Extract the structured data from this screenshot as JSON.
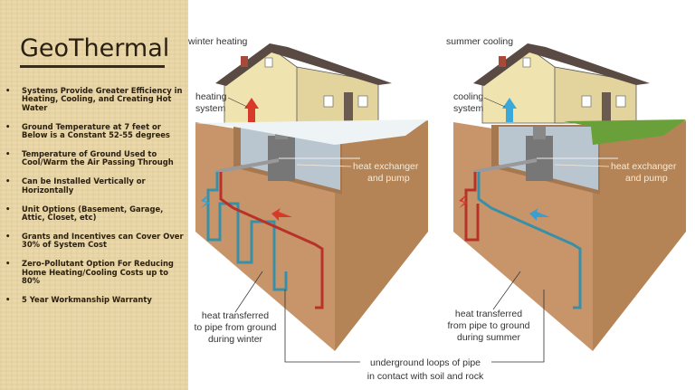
{
  "sidebar": {
    "title": "GeoThermal",
    "bullets": [
      "Systems Provide Greater Efficiency in Heating, Cooling, and Creating Hot Water",
      "Ground Temperature at 7 feet or Below is a Constant 52-55 degrees",
      "Temperature of Ground Used to Cool/Warm the Air Passing Through",
      "Can be Installed Vertically or Horizontally",
      "Unit Options (Basement, Garage, Attic, Closet, etc)",
      "Grants and Incentives can Cover Over 30% of System Cost",
      "Zero-Pollutant Option For Reducing Home Heating/Cooling Costs up to 80%",
      "5 Year Workmanship Warranty"
    ]
  },
  "diagram": {
    "winter": {
      "title": "winter heating",
      "system_label": [
        "heating",
        "system"
      ],
      "exchanger_label": [
        "heat exchanger",
        "and pump"
      ],
      "transfer_label": [
        "heat transferred",
        "to pipe from ground",
        "during winter"
      ]
    },
    "summer": {
      "title": "summer cooling",
      "system_label": [
        "cooling",
        "system"
      ],
      "exchanger_label": [
        "heat exchanger",
        "and pump"
      ],
      "transfer_label": [
        "heat transferred",
        "from pipe to ground",
        "during summer"
      ]
    },
    "loops_label": [
      "underground loops of pipe",
      "in contact with soil and rock"
    ]
  },
  "colors": {
    "hot": "#b8322a",
    "cold": "#3a8fa8",
    "soil": "#c89a6a",
    "grass": "#6aa03a",
    "snow": "#eef3f6"
  }
}
